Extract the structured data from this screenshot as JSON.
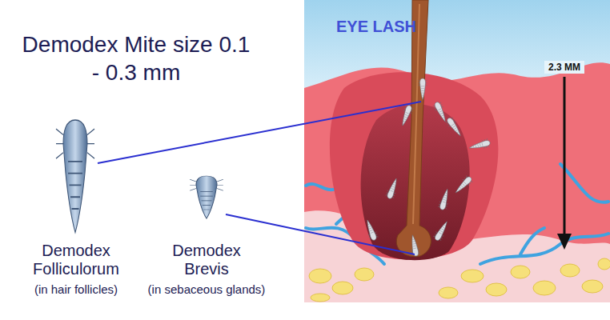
{
  "diagram": {
    "title": "Demodex Mite size 0.1 - 0.3 mm",
    "labels": [
      "Demodex Folliculorum",
      "(in hair follicles)",
      "Demodex Brevis",
      "(in sebaceous glands)",
      "EYE LASH",
      "2.3 MM"
    ]
  }
}
